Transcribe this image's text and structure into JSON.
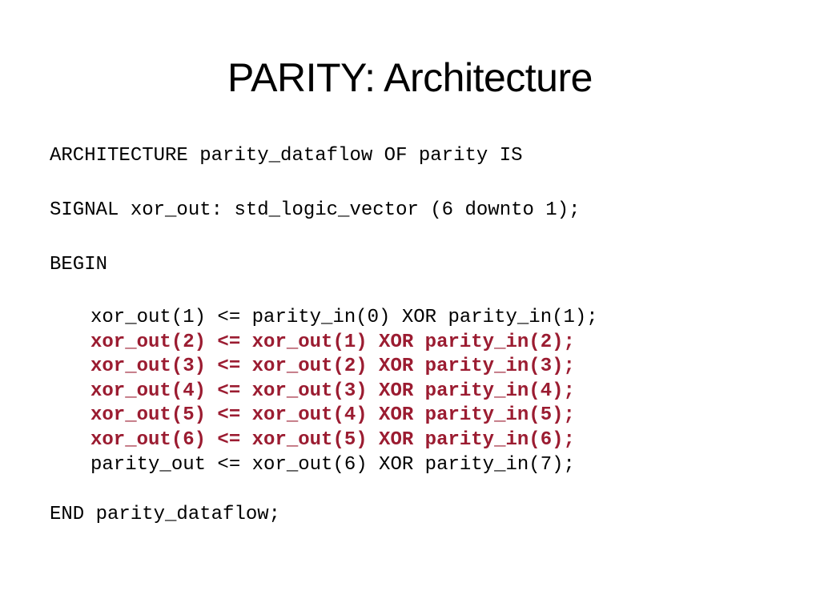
{
  "slide": {
    "title": "PARITY: Architecture"
  },
  "code": {
    "architecture_line": "ARCHITECTURE parity_dataflow OF parity IS",
    "signal_line": "SIGNAL xor_out: std_logic_vector (6 downto 1);",
    "begin_line": "BEGIN",
    "body": [
      {
        "text": "xor_out(1) <= parity_in(0) XOR parity_in(1);",
        "highlighted": false
      },
      {
        "text": "xor_out(2) <= xor_out(1) XOR parity_in(2);",
        "highlighted": true
      },
      {
        "text": "xor_out(3) <= xor_out(2) XOR parity_in(3);",
        "highlighted": true
      },
      {
        "text": "xor_out(4) <= xor_out(3) XOR parity_in(4);",
        "highlighted": true
      },
      {
        "text": "xor_out(5) <= xor_out(4) XOR parity_in(5);",
        "highlighted": true
      },
      {
        "text": "xor_out(6) <= xor_out(5) XOR parity_in(6);",
        "highlighted": true
      },
      {
        "text": "parity_out <= xor_out(6) XOR parity_in(7);",
        "highlighted": false
      }
    ],
    "end_line": "END parity_dataflow;"
  },
  "colors": {
    "highlight": "#9b1c31",
    "text": "#000000",
    "background": "#ffffff"
  }
}
